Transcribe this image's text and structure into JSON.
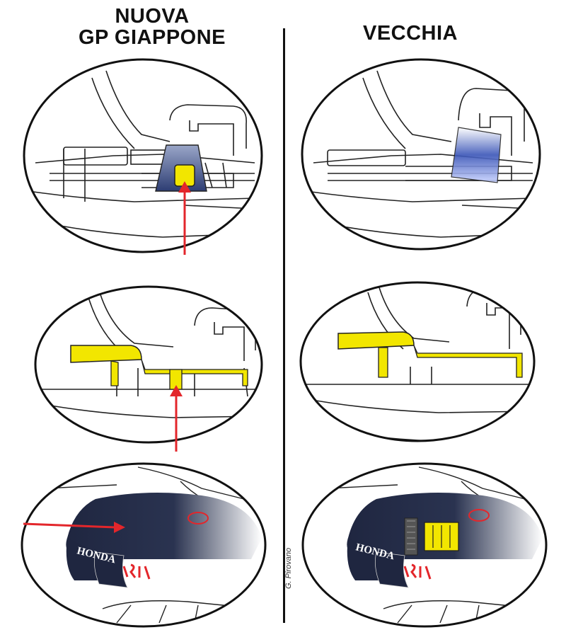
{
  "titles": {
    "left_line1": "NUOVA",
    "left_line2": "GP GIAPPONE",
    "right": "VECCHIA"
  },
  "credit": "G. Pirovano",
  "logos": {
    "honda": "HONDA"
  },
  "colors": {
    "highlight": "#f2e600",
    "arrow": "#e3262b",
    "bodywork": "#2a3350",
    "outline": "#111111",
    "livery_red": "#e3262b"
  }
}
